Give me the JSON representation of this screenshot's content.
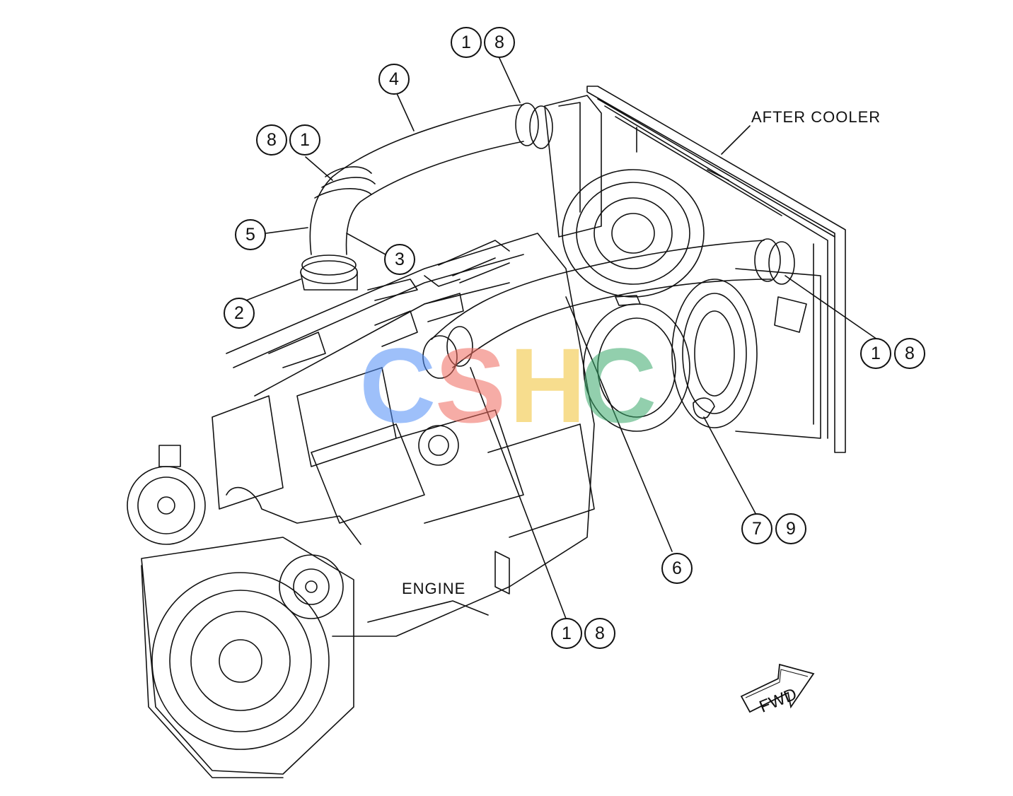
{
  "labels": {
    "after_cooler": "AFTER COOLER",
    "engine": "ENGINE",
    "fwd": "FWD"
  },
  "callouts": {
    "c1a": "1",
    "c8a": "8",
    "c4": "4",
    "c8b": "8",
    "c1b": "1",
    "c5": "5",
    "c3": "3",
    "c2": "2",
    "c1c": "1",
    "c8c": "8",
    "c7": "7",
    "c9": "9",
    "c6": "6",
    "c1d": "1",
    "c8d": "8"
  },
  "watermark": {
    "letters": [
      "C",
      "S",
      "H",
      "C"
    ],
    "colors": [
      "#4f8ef7",
      "#f06a5e",
      "#f2c232",
      "#3aa86b"
    ]
  }
}
